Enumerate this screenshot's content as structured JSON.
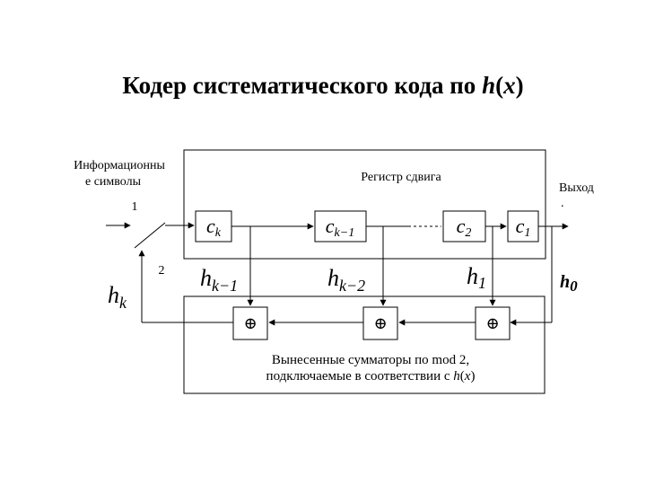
{
  "title": {
    "prefix": "Кодер систематического кода по ",
    "h": "h",
    "lparen": "(",
    "x": "x",
    "rparen": ")"
  },
  "input_label": {
    "line1": "Информационны",
    "line2": "е символы"
  },
  "switch": {
    "pos1": "1",
    "pos2": "2"
  },
  "register_label": "Регистр сдвига",
  "output_label": {
    "line1": "Выход",
    "line2": "."
  },
  "cells": [
    {
      "base": "c",
      "sub": "k"
    },
    {
      "base": "c",
      "sub": "k−1"
    },
    {
      "base": "c",
      "sub": "2"
    },
    {
      "base": "c",
      "sub": "1"
    }
  ],
  "taps": [
    {
      "base": "h",
      "sub": "k"
    },
    {
      "base": "h",
      "sub": "k−1"
    },
    {
      "base": "h",
      "sub": "k−2"
    },
    {
      "base": "h",
      "sub": "1"
    },
    {
      "base": "h",
      "sub": "0"
    }
  ],
  "adder_symbol": "⊕",
  "adders_label": {
    "line1": "Вынесенные сумматоры по mod 2,",
    "line2_prefix": "подключаемые в соответствии с ",
    "line2_h": "h",
    "line2_x": "x"
  }
}
